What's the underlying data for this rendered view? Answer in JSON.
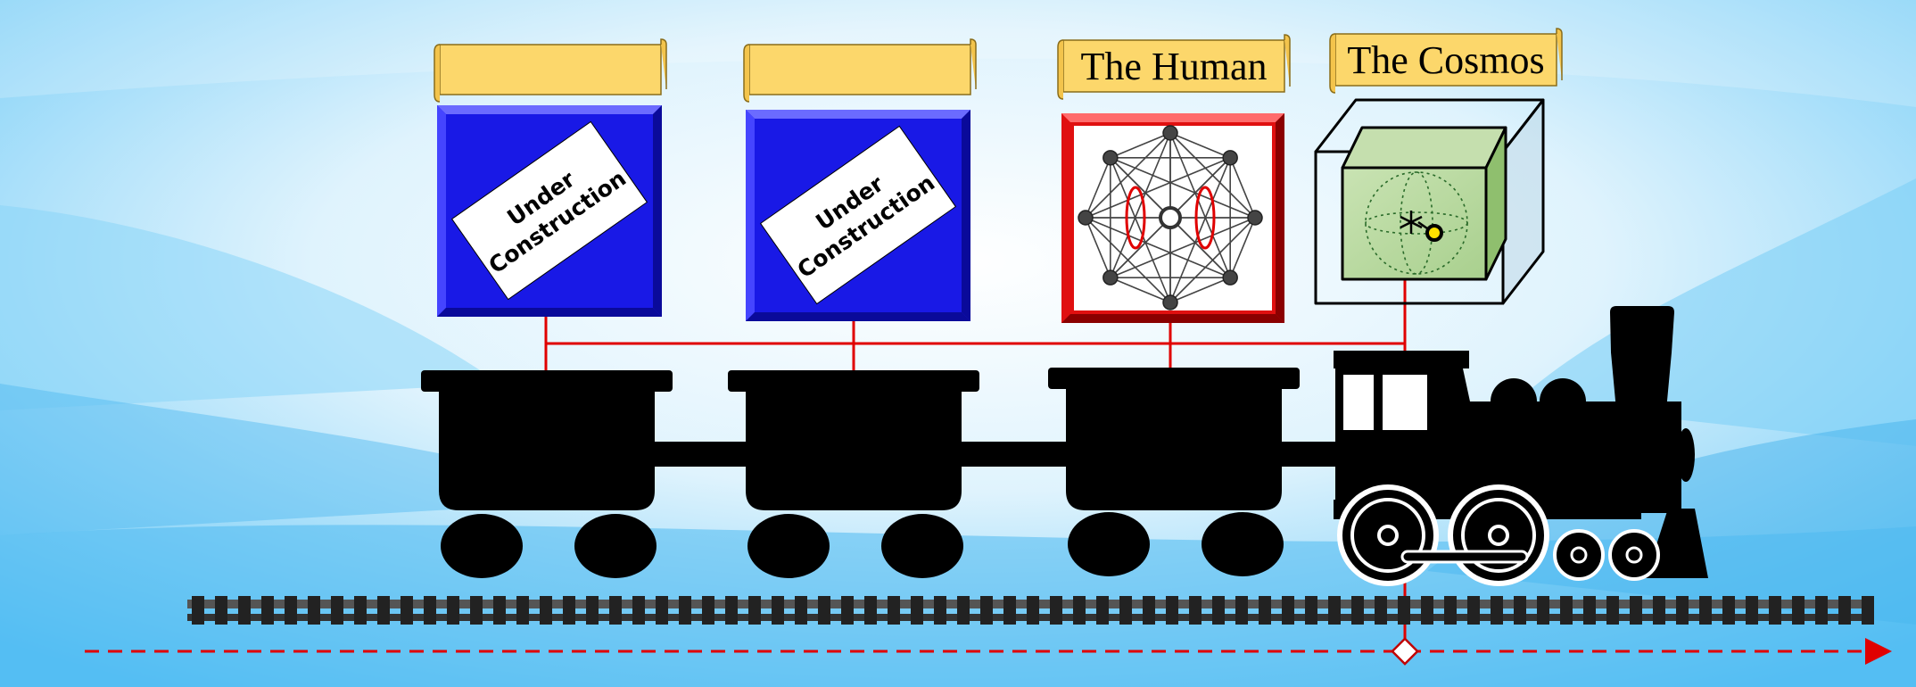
{
  "scrolls": [
    {
      "label": ""
    },
    {
      "label": ""
    },
    {
      "label": "The Human"
    },
    {
      "label": "The Cosmos"
    }
  ],
  "panels": [
    {
      "kind": "under-construction",
      "line1": "Under",
      "line2": "Construction",
      "color": "#1919e6"
    },
    {
      "kind": "under-construction",
      "line1": "Under",
      "line2": "Construction",
      "color": "#1919e6"
    },
    {
      "kind": "network",
      "color": "#e01010"
    },
    {
      "kind": "cube",
      "color": "#a9d08e"
    }
  ],
  "colors": {
    "sky_light": "#ffffff",
    "sky_blue": "#5bc3f5",
    "scroll": "#fcd76b",
    "connector": "#e00000",
    "train": "#000000"
  }
}
